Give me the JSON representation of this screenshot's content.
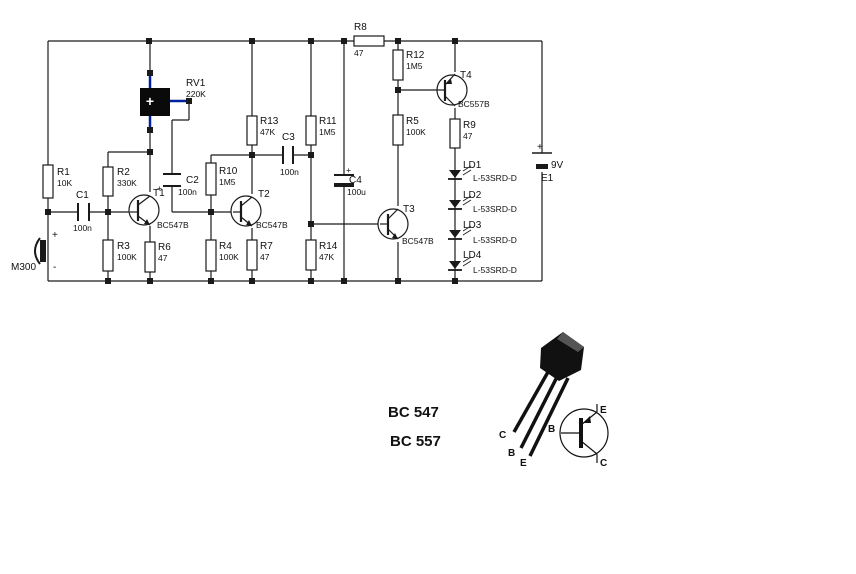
{
  "colors": {
    "wire": "#1a1a1a",
    "pot": "#0020a0",
    "package": "#111111"
  },
  "resistors": {
    "r1": {
      "ref": "R1",
      "value": "10K"
    },
    "r2": {
      "ref": "R2",
      "value": "330K"
    },
    "r3": {
      "ref": "R3",
      "value": "100K"
    },
    "r6": {
      "ref": "R6",
      "value": "47"
    },
    "r4": {
      "ref": "R4",
      "value": "100K"
    },
    "r7": {
      "ref": "R7",
      "value": "47"
    },
    "r10": {
      "ref": "R10",
      "value": "1M5"
    },
    "r13": {
      "ref": "R13",
      "value": "47K"
    },
    "r11": {
      "ref": "R11",
      "value": "1M5"
    },
    "r14": {
      "ref": "R14",
      "value": "47K"
    },
    "r8": {
      "ref": "R8",
      "value": "47"
    },
    "r12": {
      "ref": "R12",
      "value": "1M5"
    },
    "r5": {
      "ref": "R5",
      "value": "100K"
    },
    "r9": {
      "ref": "R9",
      "value": "47"
    }
  },
  "capacitors": {
    "c1": {
      "ref": "C1",
      "value": "100n"
    },
    "c2": {
      "ref": "C2",
      "value": "100n"
    },
    "c3": {
      "ref": "C3",
      "value": "100n"
    },
    "c4": {
      "ref": "C4",
      "value": "100u"
    }
  },
  "pot": {
    "ref": "RV1",
    "value": "220K",
    "sign": "+"
  },
  "transistors": {
    "t1": {
      "ref": "T1",
      "type": "BC547B"
    },
    "t2": {
      "ref": "T2",
      "type": "BC547B"
    },
    "t3": {
      "ref": "T3",
      "type": "BC547B"
    },
    "t4": {
      "ref": "T4",
      "type": "BC557B"
    }
  },
  "leds": [
    {
      "ref": "LD1",
      "type": "L-53SRD-D"
    },
    {
      "ref": "LD2",
      "type": "L-53SRD-D"
    },
    {
      "ref": "LD3",
      "type": "L-53SRD-D"
    },
    {
      "ref": "LD4",
      "type": "L-53SRD-D"
    }
  ],
  "battery": {
    "ref": "E1",
    "value": "9V",
    "plus": "+"
  },
  "mic": {
    "ref": "M300",
    "plus": "+",
    "minus": "-"
  },
  "cap_plus": "+",
  "pinout": {
    "part_a": "BC 547",
    "part_b": "BC 557",
    "pin_c": "C",
    "pin_b": "B",
    "pin_e": "E"
  }
}
